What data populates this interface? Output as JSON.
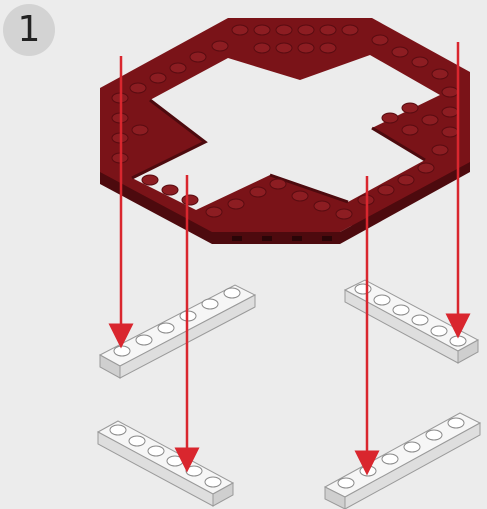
{
  "step": {
    "number": "1"
  },
  "colors": {
    "background": "#ececec",
    "badge": "#d3d3d3",
    "dark_red_top": "#7a1318",
    "dark_red_side": "#5a0c11",
    "stud_red": "#8d1d22",
    "white_plate_top": "#f6f6f6",
    "white_plate_side": "#cfcfcf",
    "arrow": "#d9262e"
  },
  "parts": {
    "assembly": "dark-red-octagonal-frame-with-cross-cutout",
    "plates": [
      {
        "name": "white-plate-1x6",
        "studs": 6
      },
      {
        "name": "white-plate-1x6",
        "studs": 6
      },
      {
        "name": "white-plate-1x6",
        "studs": 6
      },
      {
        "name": "white-plate-1x6",
        "studs": 6
      }
    ],
    "arrow_count": 4
  }
}
